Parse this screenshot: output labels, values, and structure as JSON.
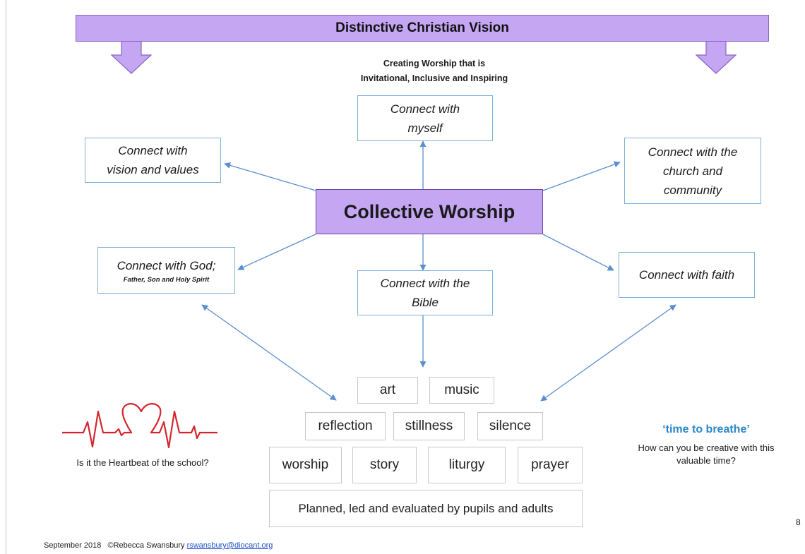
{
  "banner": {
    "title": "Distinctive Christian Vision"
  },
  "subtitle": {
    "line1": "Creating Worship that is",
    "line2": "Invitational, Inclusive and Inspiring"
  },
  "center": {
    "label": "Collective Worship"
  },
  "connections": {
    "myself": {
      "line1": "Connect with",
      "line2": "myself"
    },
    "vision": {
      "line1": "Connect with",
      "line2": "vision and values"
    },
    "church": {
      "line1": "Connect with the",
      "line2": "church and",
      "line3": "community"
    },
    "god": {
      "line1": "Connect with God;",
      "line2": "Father, Son and Holy Spirit"
    },
    "bible": {
      "line1": "Connect with the",
      "line2": "Bible"
    },
    "faith": {
      "line1": "Connect with faith"
    }
  },
  "words": {
    "art": "art",
    "music": "music",
    "reflection": "reflection",
    "stillness": "stillness",
    "silence": "silence",
    "worship": "worship",
    "story": "story",
    "liturgy": "liturgy",
    "prayer": "prayer",
    "planned": "Planned, led and evaluated by pupils and adults"
  },
  "heart": {
    "caption": "Is it the Heartbeat of the school?"
  },
  "breathe": {
    "title": "‘time to breathe’",
    "text_line1": "How can you be creative with this",
    "text_line2": "valuable time?"
  },
  "page_number": "8",
  "footer": {
    "text": "September 2018   ©Rebecca Swansbury ",
    "email": "rswansbury@diocant.org"
  },
  "colors": {
    "lavender": "#c4a6f2",
    "arrow_blue": "#5b8fd0",
    "heart_red": "#d5252e",
    "box_border": "#7fb0d6"
  }
}
